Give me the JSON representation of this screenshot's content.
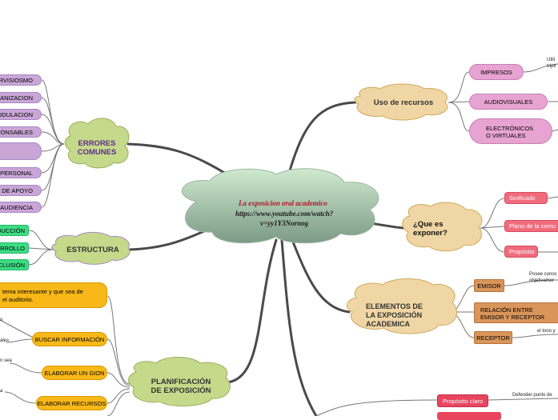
{
  "center": {
    "title": "La exposicion oral academico",
    "link_line1": "https://www.youtube.com/watch?",
    "link_line2": "v=yy1Y3Nornog"
  },
  "errores": {
    "title_line1": "ERRORES",
    "title_line2": "COMUNES",
    "items": [
      "RVISIOSMO",
      "ANIZACION",
      "ODULACION",
      "PONSABLES",
      "",
      "N PERSONAL",
      "L DE APOYO",
      "AUDIENCIA"
    ]
  },
  "estructura": {
    "title": "ESTRUCTURA",
    "items": [
      "DUCCIÓN",
      "ARROLLO",
      "CLUSIÓN"
    ]
  },
  "planificacion": {
    "title_line1": "PLANIFICACIÓN",
    "title_line2": "DE EXPOSICIÓN",
    "tema_line1": "tema interesante y que sea de",
    "tema_line2": "el auditorio.",
    "items": [
      "BUSCAR INFORMACIÓN",
      "ELABORAR UN GION",
      "ELABORAR RECURSOS"
    ],
    "side_texts": [
      "o",
      "ales",
      "n sea",
      "a"
    ]
  },
  "recursos": {
    "title": "Uso de recursos",
    "items": [
      "IMPRESOS",
      "AUDIOVISUALES",
      "ELECTRÓNICOS",
      "O VIRTUALES"
    ],
    "side_line1": "Utili",
    "side_line2": "tripti"
  },
  "exponer": {
    "title_line1": "¿Que es",
    "title_line2": "exponer?",
    "items": [
      "Sinificado",
      "Plano de la comu",
      "Propósito"
    ]
  },
  "elementos": {
    "title_line1": "ELEMENTOS DE",
    "title_line2": "LA EXPOSICIÓN",
    "title_line3": "ACADEMICA",
    "emisor": "EMISOR",
    "relacion_line1": "RELACIÓN ENTRE",
    "relacion_line2": "EMISOR Y RECEPTOR",
    "receptor": "RECEPTOR",
    "note1_line1": "Posee conoc",
    "note1_line2": "objetivamer",
    "note2": "el tono y"
  },
  "proposito": {
    "item": "Propósito claro",
    "note": "Defender punto de"
  },
  "colors": {
    "center_top": "#c8e6c8",
    "center_bottom": "#7f9e8a",
    "green_cloud": "#c5d98a",
    "tan_cloud": "#efd6a4",
    "purple_pill": "#c9a6d6",
    "green_pill": "#3ddc84",
    "orange_pill": "#f8b818",
    "pink_pill": "#e7a3d2",
    "red_pill": "#f06b7c",
    "brown_pill": "#d9955a",
    "connector": "#555555"
  }
}
